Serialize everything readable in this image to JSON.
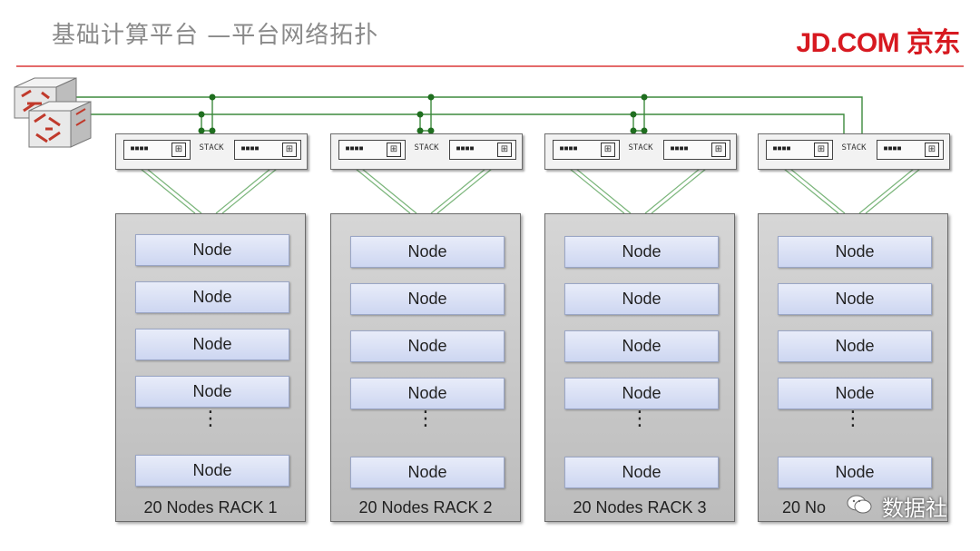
{
  "header": {
    "title": "基础计算平台 —平台网络拓扑",
    "brand": "JD.COM 京东"
  },
  "stack_label": "STACK",
  "racks": [
    {
      "nodes": [
        "Node",
        "Node",
        "Node",
        "Node"
      ],
      "last_node": "Node",
      "ellipsis": "⋮",
      "label": "20 Nodes RACK 1"
    },
    {
      "nodes": [
        "Node",
        "Node",
        "Node",
        "Node"
      ],
      "last_node": "Node",
      "ellipsis": "⋮",
      "label": "20 Nodes RACK 2"
    },
    {
      "nodes": [
        "Node",
        "Node",
        "Node",
        "Node"
      ],
      "last_node": "Node",
      "ellipsis": "⋮",
      "label": "20 Nodes RACK 3"
    },
    {
      "nodes": [
        "Node",
        "Node",
        "Node",
        "Node"
      ],
      "last_node": "Node",
      "ellipsis": "⋮",
      "label": "20 No"
    }
  ],
  "watermark": "数据社",
  "colors": {
    "brand": "#d71920",
    "wire": "#2e7d2e",
    "rule": "#e46a6a",
    "node_fill": "#dbe2f5"
  }
}
